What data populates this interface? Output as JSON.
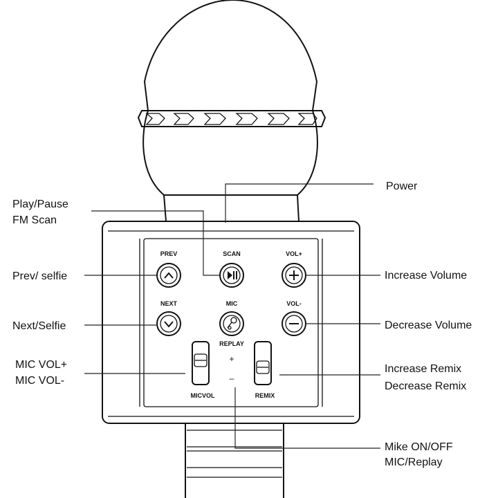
{
  "callouts": {
    "power": "Power",
    "play_pause": "Play/Pause",
    "fm_scan": "FM Scan",
    "prev_selfie": "Prev/ selfie",
    "next_selfie": "Next/Selfie",
    "mic_vol_plus": "MIC VOL+",
    "mic_vol_minus": "MIC VOL-",
    "increase_volume": "Increase Volume",
    "decrease_volume": "Decrease Volume",
    "increase_remix": "Increase Remix",
    "decrease_remix": "Decrease Remix",
    "mike_on_off": "Mike ON/OFF",
    "mic_replay": "MIC/Replay"
  },
  "buttons": {
    "prev": "PREV",
    "scan": "SCAN",
    "vol_plus": "VOL+",
    "next": "NEXT",
    "mic": "MIC",
    "vol_minus": "VOL-",
    "replay": "REPLAY",
    "micvol": "MICVOL",
    "remix": "REMIX",
    "plus_sign": "+",
    "minus_sign": "–"
  },
  "icons": {
    "prev": "chevron-up-icon",
    "next": "chevron-down-icon",
    "scan": "play-pause-icon",
    "mic": "microphone-icon",
    "vol_plus": "plus-icon",
    "vol_minus": "minus-icon"
  }
}
